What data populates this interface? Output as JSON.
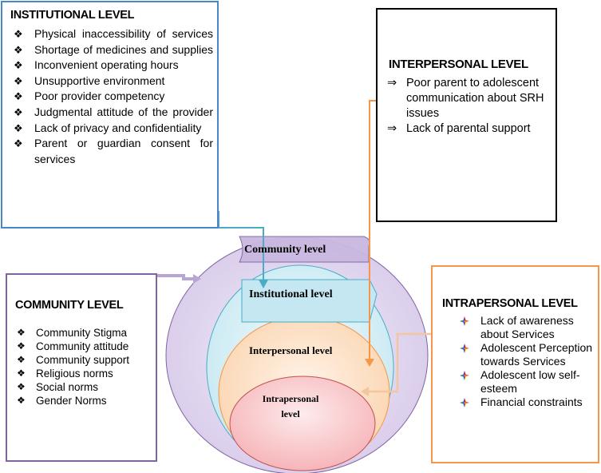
{
  "institutional": {
    "heading": "INSTITUTIONAL LEVEL",
    "marker": "❖",
    "items": [
      "Physical inaccessibility of services",
      "Shortage of medicines and supplies",
      "Inconvenient operating hours",
      "Unsupportive environment",
      "Poor provider competency",
      "Judgmental attitude of the provider",
      "Lack of privacy and confidentiality",
      "Parent or guardian consent for services"
    ]
  },
  "interpersonal": {
    "heading": "INTERPERSONAL LEVEL",
    "marker": "⇒",
    "items": [
      "Poor parent to adolescent communication about SRH issues",
      "Lack of parental support"
    ]
  },
  "community": {
    "heading": "COMMUNITY LEVEL",
    "marker": "❖",
    "items": [
      "Community Stigma",
      "Community attitude",
      "Community support",
      "Religious norms",
      "Social norms",
      "Gender Norms"
    ]
  },
  "intrapersonal": {
    "heading": "INTRAPERSONAL LEVEL",
    "marker_icon": "four-colour-star-bullet-icon",
    "items": [
      "Lack of awareness about Services",
      "Adolescent Perception towards Services",
      "Adolescent low self-esteem",
      "Financial constraints"
    ]
  },
  "levels": {
    "community": "Community level",
    "institutional": "Institutional level",
    "interpersonal": "Interpersonal level",
    "intrapersonal_line1": "Intrapersonal",
    "intrapersonal_line2": "level"
  },
  "colors": {
    "institutional": "#4a86c8",
    "interpersonal": "#000000",
    "community": "#8064a2",
    "intrapersonal": "#f79646",
    "outer_circle": "#e4dbf1",
    "institutional_circle": "#dcf2f7",
    "interpersonal_circle": "#fde4cf",
    "intrapersonal_circle": "#fbd0d2"
  }
}
